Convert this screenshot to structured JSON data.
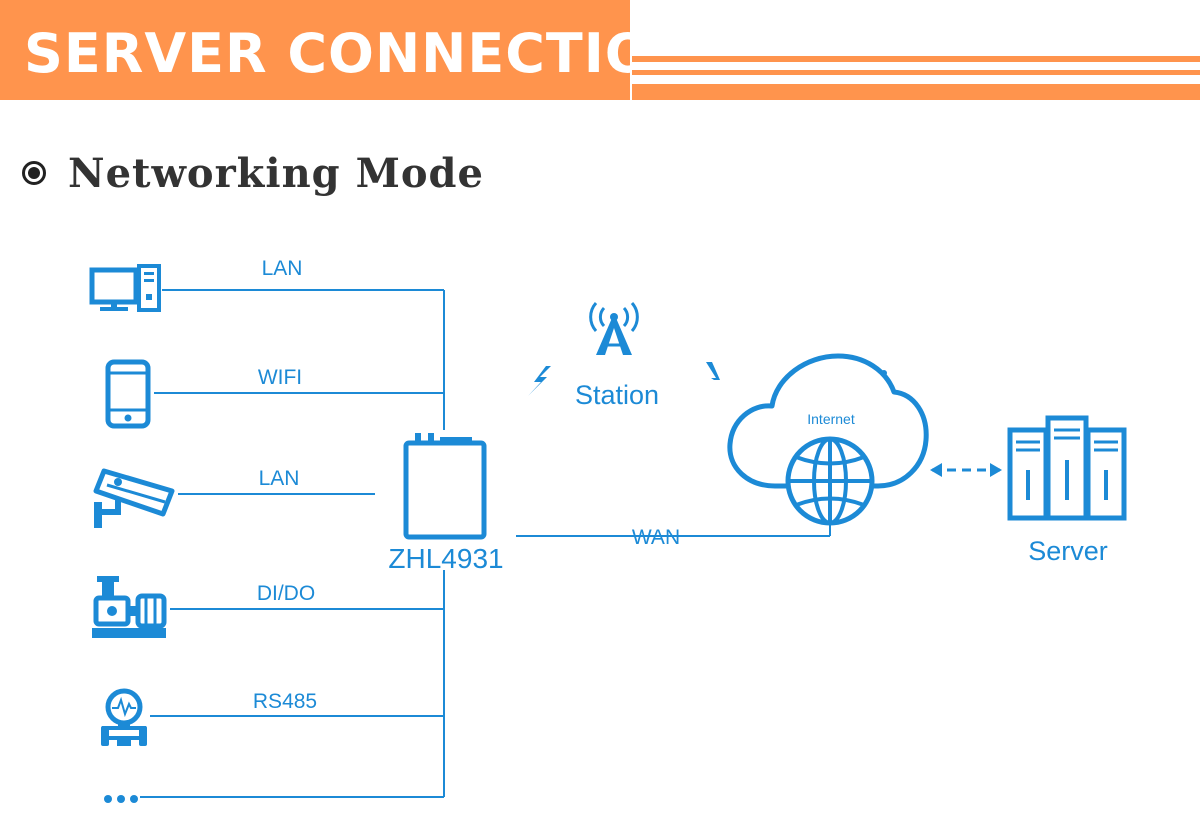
{
  "header": {
    "title": "SERVER CONNECTION"
  },
  "section": {
    "title": "Networking Mode"
  },
  "diagram": {
    "accent_color": "#1c8ad6",
    "devices": [
      {
        "icon": "desktop-computer-icon",
        "link_label": "LAN"
      },
      {
        "icon": "smartphone-icon",
        "link_label": "WIFI"
      },
      {
        "icon": "security-camera-icon",
        "link_label": "LAN"
      },
      {
        "icon": "water-pump-icon",
        "link_label": "DI/DO"
      },
      {
        "icon": "pressure-gauge-icon",
        "link_label": "RS485"
      },
      {
        "icon": "more-dots-icon",
        "link_label": ""
      }
    ],
    "router": {
      "icon": "router-icon",
      "label": "ZHL4931"
    },
    "station": {
      "icon": "cell-tower-icon",
      "label": "Station"
    },
    "internet": {
      "icon": "internet-cloud-icon",
      "label": "Internet"
    },
    "wan_label": "WAN",
    "server": {
      "icon": "server-rack-icon",
      "label": "Server"
    }
  }
}
